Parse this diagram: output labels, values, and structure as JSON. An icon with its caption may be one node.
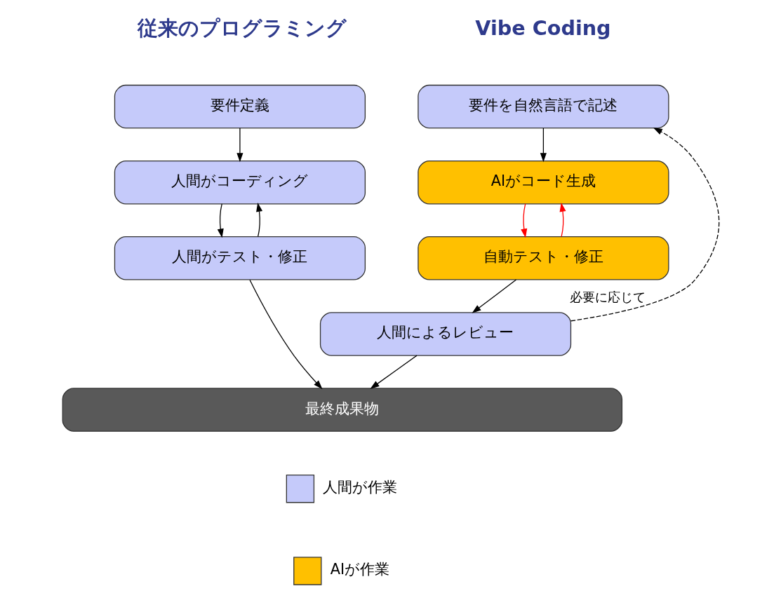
{
  "diagram": {
    "nodes": [
      {
        "text": [
          "要件定義"
        ]
      },
      {
        "text": [
          "人間がコーディング"
        ]
      },
      {
        "text": [
          "人間がテスト・修正"
        ]
      },
      {
        "text": [
          "要件を自然言語で記述"
        ]
      },
      {
        "text": [
          "AIがコード生成"
        ]
      },
      {
        "text": [
          "自動テスト・修正"
        ]
      },
      {
        "text": [
          "人間によるレビュー"
        ]
      },
      {
        "text": [
          "最終成果物"
        ]
      }
    ],
    "edges": [
      {
        "from": 0,
        "to": 1,
        "arrow": "to"
      },
      {
        "from": 1,
        "to": 2,
        "arrow": "to"
      },
      {
        "from": 2,
        "to": 1,
        "arrow": "to"
      },
      {
        "from": 2,
        "to": 7,
        "arrow": "to"
      },
      {
        "from": 3,
        "to": 4,
        "arrow": "to"
      },
      {
        "from": 4,
        "to": 5,
        "arrow": "to",
        "color": "#ff0000"
      },
      {
        "from": 5,
        "to": 4,
        "arrow": "to",
        "color": "#ff0000"
      },
      {
        "from": 5,
        "to": 6,
        "arrow": "to"
      },
      {
        "from": 6,
        "to": 7,
        "arrow": "to"
      },
      {
        "from": 6,
        "to": 3,
        "arrow": "to",
        "style": "dashed",
        "label": "必要に応じて"
      }
    ],
    "labels": [
      "従来のプログラミング",
      "Vibe Coding"
    ],
    "legend": [
      {
        "text": "人間が作業",
        "color": "#c5cafa"
      },
      {
        "text": "AIが作業",
        "color": "#ffc000"
      }
    ]
  }
}
